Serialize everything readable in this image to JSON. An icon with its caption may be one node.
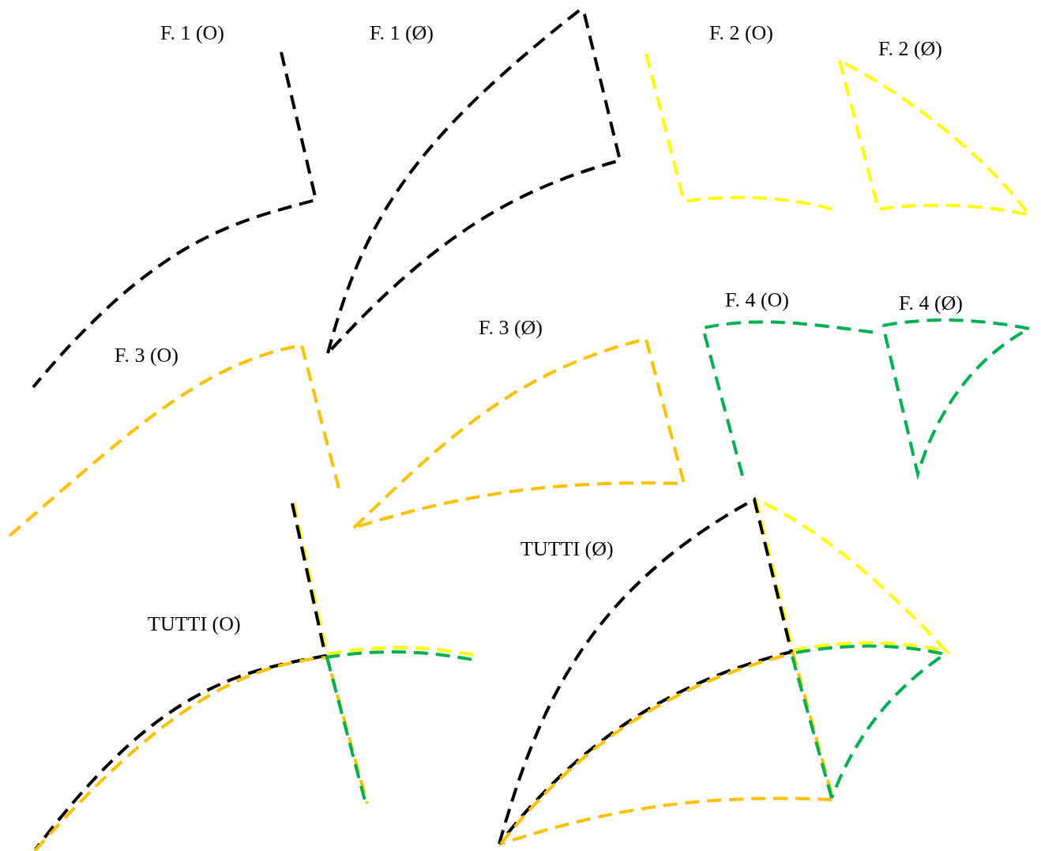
{
  "diagram": {
    "labels": [
      "F. 1 (O)",
      "F. 1 (Ø)",
      "F. 2 (O)",
      "F. 2 (Ø)",
      "F. 4 (O)",
      "F. 4 (Ø)",
      "F. 3 (Ø)",
      "F. 3 (O)",
      "TUTTI (Ø)",
      "TUTTI (O)"
    ]
  }
}
